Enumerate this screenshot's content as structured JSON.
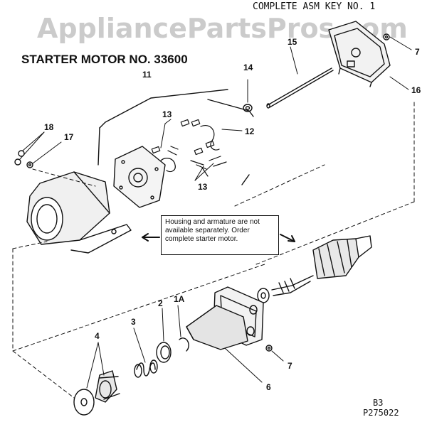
{
  "watermark": "AppliancePartsPros.com",
  "header": {
    "asm_key": "COMPLETE ASM KEY NO. 1",
    "title": "STARTER MOTOR NO. 33600"
  },
  "note": "Housing and armature are not available separately. Order complete starter motor.",
  "callouts": {
    "c1a": "1A",
    "c2": "2",
    "c3": "3",
    "c4": "4",
    "c6": "6",
    "c7_top": "7",
    "c7_bottom": "7",
    "c11": "11",
    "c12": "12",
    "c13_top": "13",
    "c13_bottom": "13",
    "c14": "14",
    "c15": "15",
    "c16": "16",
    "c17": "17",
    "c18": "18"
  },
  "footer": {
    "page": "B3",
    "code": "P275022"
  },
  "colors": {
    "ink": "#111111",
    "watermark": "#a0a0a0"
  }
}
